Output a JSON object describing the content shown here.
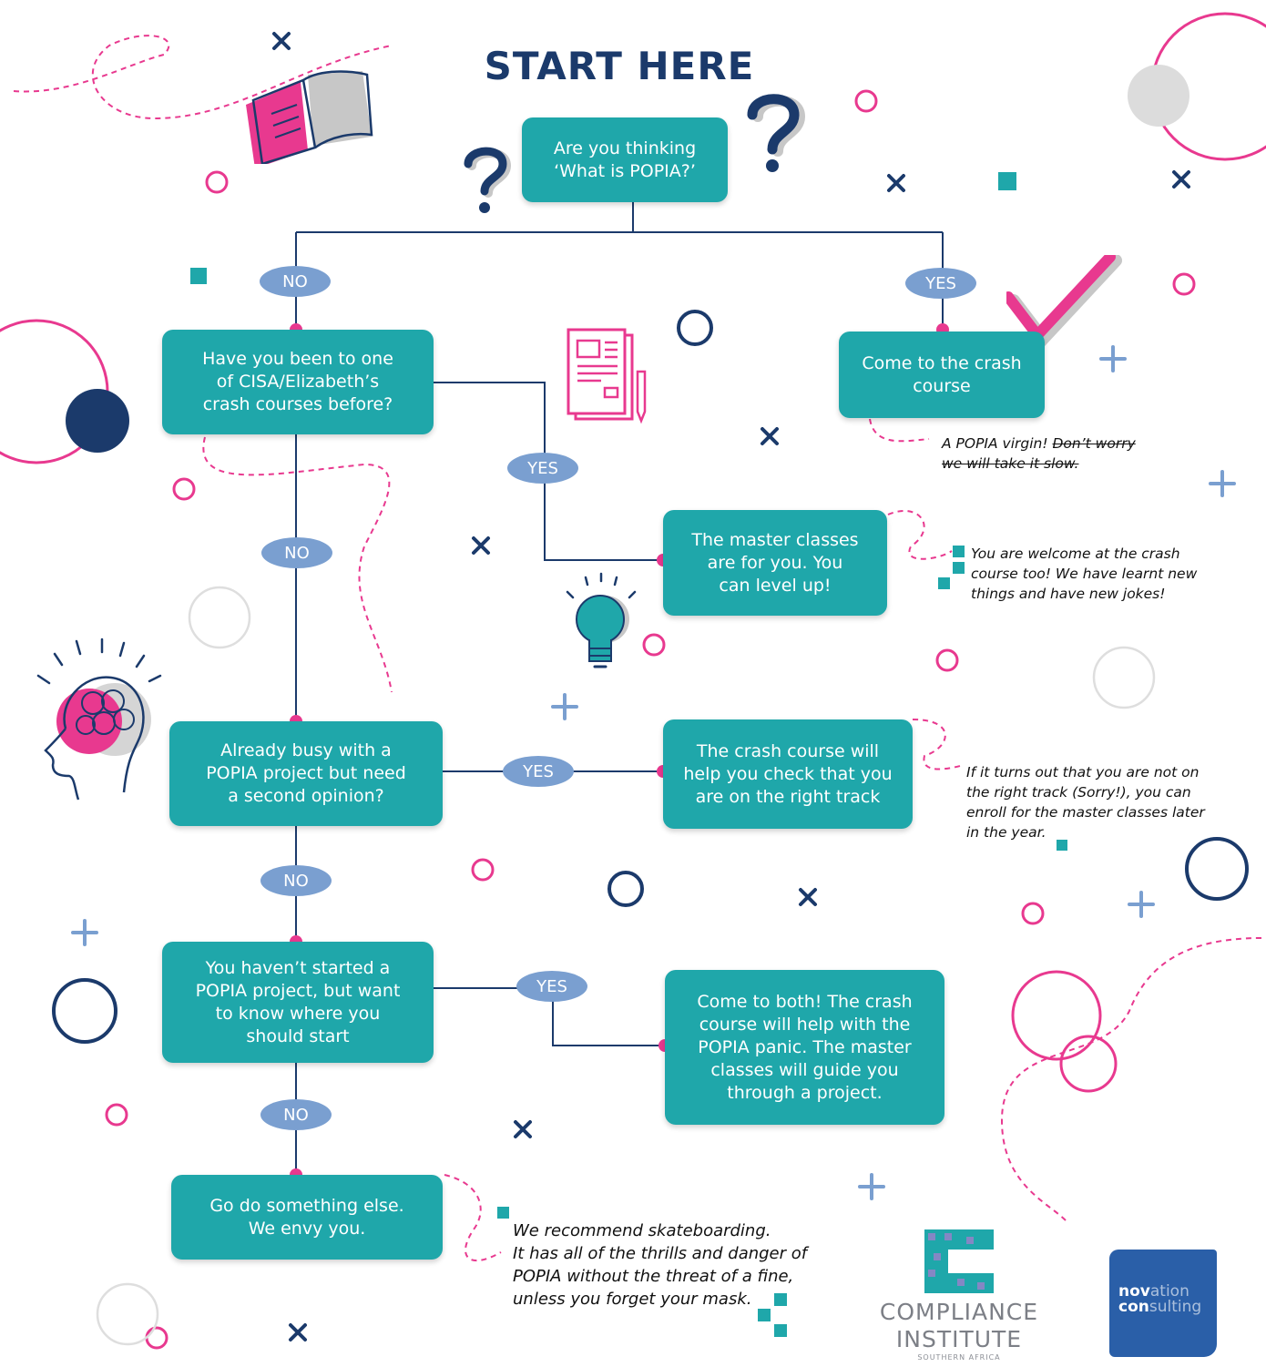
{
  "title": "START HERE",
  "boxes": {
    "q1": "Are you thinking\n‘What is POPIA?’",
    "q2": "Have you been to one\nof CISA/Elizabeth’s\ncrash courses before?",
    "crash": "Come to the crash\ncourse",
    "master": "The master classes\nare for you. You\ncan level up!",
    "q3": "Already busy with a\nPOPIA project but need\na second opinion?",
    "check": "The crash course will\nhelp you check that you\nare on the right track",
    "q4": "You haven’t started a\nPOPIA project, but want\nto know where you\nshould start",
    "both": "Come to both! The crash\ncourse will help with the\nPOPIA panic. The master\nclasses will guide you\nthrough a project.",
    "else": "Go do something else.\nWe envy you."
  },
  "labels": {
    "no": "NO",
    "yes": "YES"
  },
  "notes": {
    "virgin_a": "A POPIA virgin! ",
    "virgin_b": "Don’t worry",
    "virgin_c": "we will take it slow.",
    "welcome": "You are welcome at the crash\ncourse too! We have learnt new\nthings and have new jokes!",
    "track": "If it turns out that you are not on\nthe right track (Sorry!), you can\nenroll for the master classes later\nin the year.",
    "skate": "We recommend skateboarding.\nIt has all of the thrills and danger of\nPOPIA without the threat of a fine,\nunless you forget your mask."
  },
  "logos": {
    "ci_line1": "COMPLIANCE",
    "ci_line2": "INSTITUTE",
    "ci_sub": "SOUTHERN AFRICA",
    "nov_a": "nov",
    "nov_b": "ation",
    "nov_c": "con",
    "nov_d": "sulting"
  },
  "colors": {
    "teal": "#1fa7aa",
    "navy": "#1b3a6b",
    "pink": "#e8398f",
    "pill": "#7a9fd0"
  },
  "icons": [
    "open-book-icon",
    "question-mark-icon",
    "checkmark-icon",
    "document-pen-icon",
    "lightbulb-icon",
    "brain-head-icon"
  ]
}
